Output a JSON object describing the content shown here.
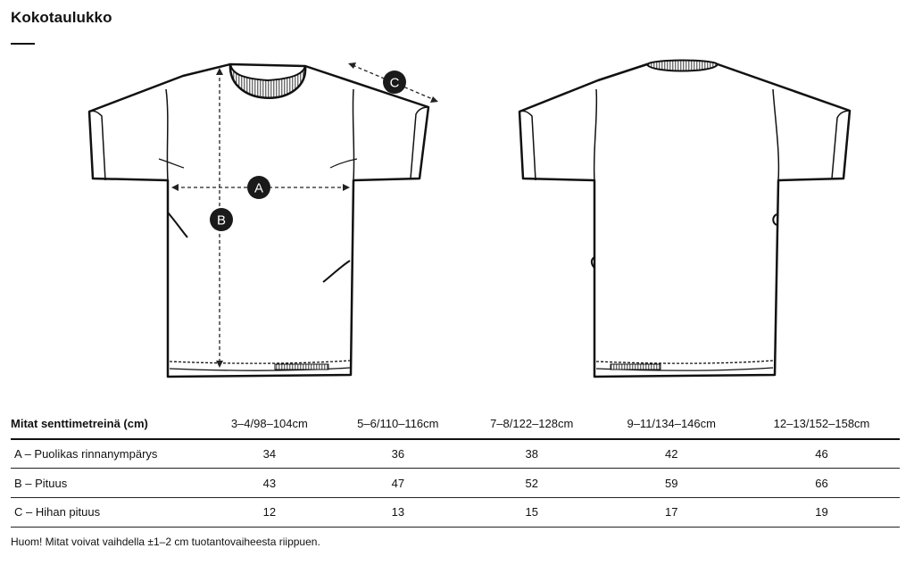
{
  "title": "Kokotaulukko",
  "markers": {
    "a": "A",
    "b": "B",
    "c": "C"
  },
  "table": {
    "header": [
      "Mitat senttimetreinä (cm)",
      "3–4/98–104cm",
      "5–6/110–116cm",
      "7–8/122–128cm",
      "9–11/134–146cm",
      "12–13/152–158cm"
    ],
    "rows": [
      {
        "label": "A – Puolikas rinnanympärys",
        "values": [
          "34",
          "36",
          "38",
          "42",
          "46"
        ]
      },
      {
        "label": "B – Pituus",
        "values": [
          "43",
          "47",
          "52",
          "59",
          "66"
        ]
      },
      {
        "label": "C – Hihan pituus",
        "values": [
          "12",
          "13",
          "15",
          "17",
          "19"
        ]
      }
    ]
  },
  "note": "Huom! Mitat voivat vaihdella ±1–2 cm tuotantovaiheesta riippuen."
}
